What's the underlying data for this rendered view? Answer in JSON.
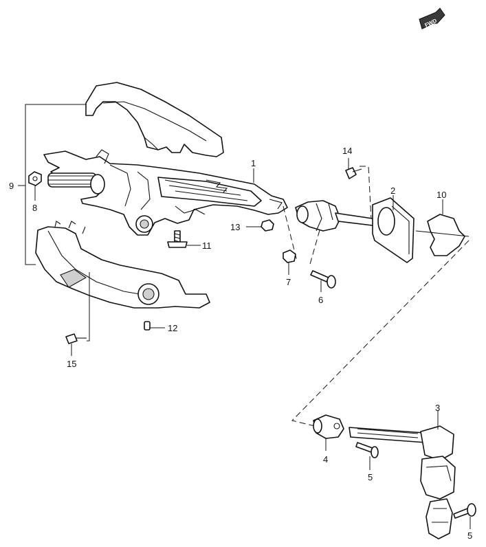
{
  "direction_badge": "FWD",
  "callouts": {
    "c1": "1",
    "c2": "2",
    "c3": "3",
    "c4": "4",
    "c5a": "5",
    "c5b": "5",
    "c6": "6",
    "c7": "7",
    "c8": "8",
    "c9": "9",
    "c10": "10",
    "c11": "11",
    "c12": "12",
    "c13": "13",
    "c14": "14",
    "c15": "15"
  },
  "colors": {
    "line": "#111111",
    "fill": "#ffffff",
    "shade": "#cfcfcf"
  }
}
